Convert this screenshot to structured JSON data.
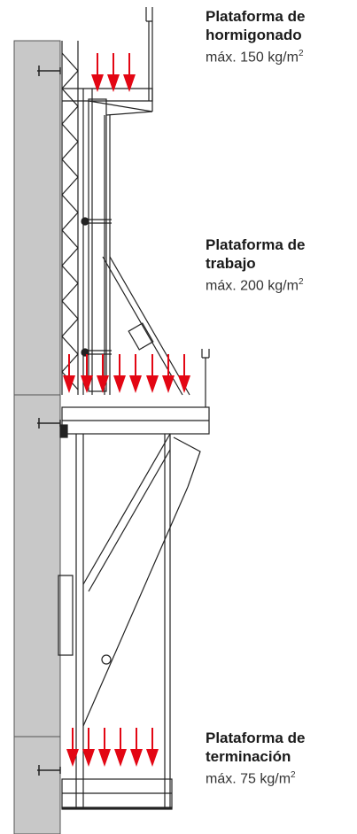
{
  "platforms": [
    {
      "name_line1": "Plataforma de",
      "name_line2": "hormigonado",
      "load": "máx. 150 kg/m",
      "load_sup": "2"
    },
    {
      "name_line1": "Plataforma de",
      "name_line2": "trabajo",
      "load": "máx. 200 kg/m",
      "load_sup": "2"
    },
    {
      "name_line1": "Plataforma de",
      "name_line2": "terminación",
      "load": "máx. 75 kg/m",
      "load_sup": "2"
    }
  ],
  "colors": {
    "wall": "#c8c8c8",
    "wall_edge": "#555555",
    "arrow": "#e30613",
    "steel": "#222222"
  }
}
